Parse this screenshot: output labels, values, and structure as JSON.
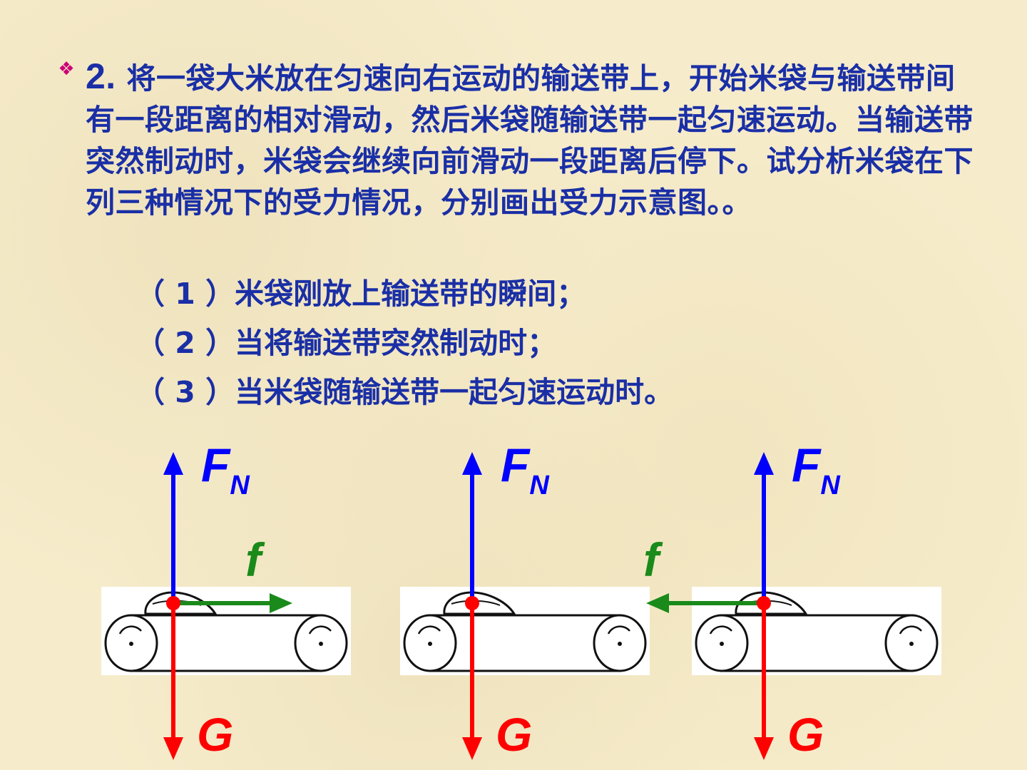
{
  "problem": {
    "number": "2.",
    "text": "将一袋大米放在匀速向右运动的输送带上，开始米袋与输送带间有一段距离的相对滑动，然后米袋随输送带一起匀速运动。当输送带突然制动时，米袋会继续向前滑动一段距离后停下。试分析米袋在下列三种情况下的受力情况，分别画出受力示意图。。"
  },
  "items": [
    {
      "label": "（ 1 ）米袋刚放上输送带的瞬间；"
    },
    {
      "label": "（ 2 ）当将输送带突然制动时；"
    },
    {
      "label": "（ 3 ）当米袋随输送带一起匀速运动时。"
    }
  ],
  "diagrams": [
    {
      "normal_force": "F",
      "normal_sub": "N",
      "gravity": "G",
      "friction": "f",
      "friction_direction": "right"
    },
    {
      "normal_force": "F",
      "normal_sub": "N",
      "gravity": "G",
      "friction": "",
      "friction_direction": "none"
    },
    {
      "normal_force": "F",
      "normal_sub": "N",
      "gravity": "G",
      "friction": "f",
      "friction_direction": "left"
    }
  ],
  "colors": {
    "text": "#1a2fa6",
    "bullet": "#cc0077",
    "normal_force": "#0000ff",
    "gravity": "#ff0000",
    "friction": "#1a8a1a",
    "background": "#f6eccb"
  },
  "icons": {
    "bullet": "diamond-bullet-icon"
  }
}
